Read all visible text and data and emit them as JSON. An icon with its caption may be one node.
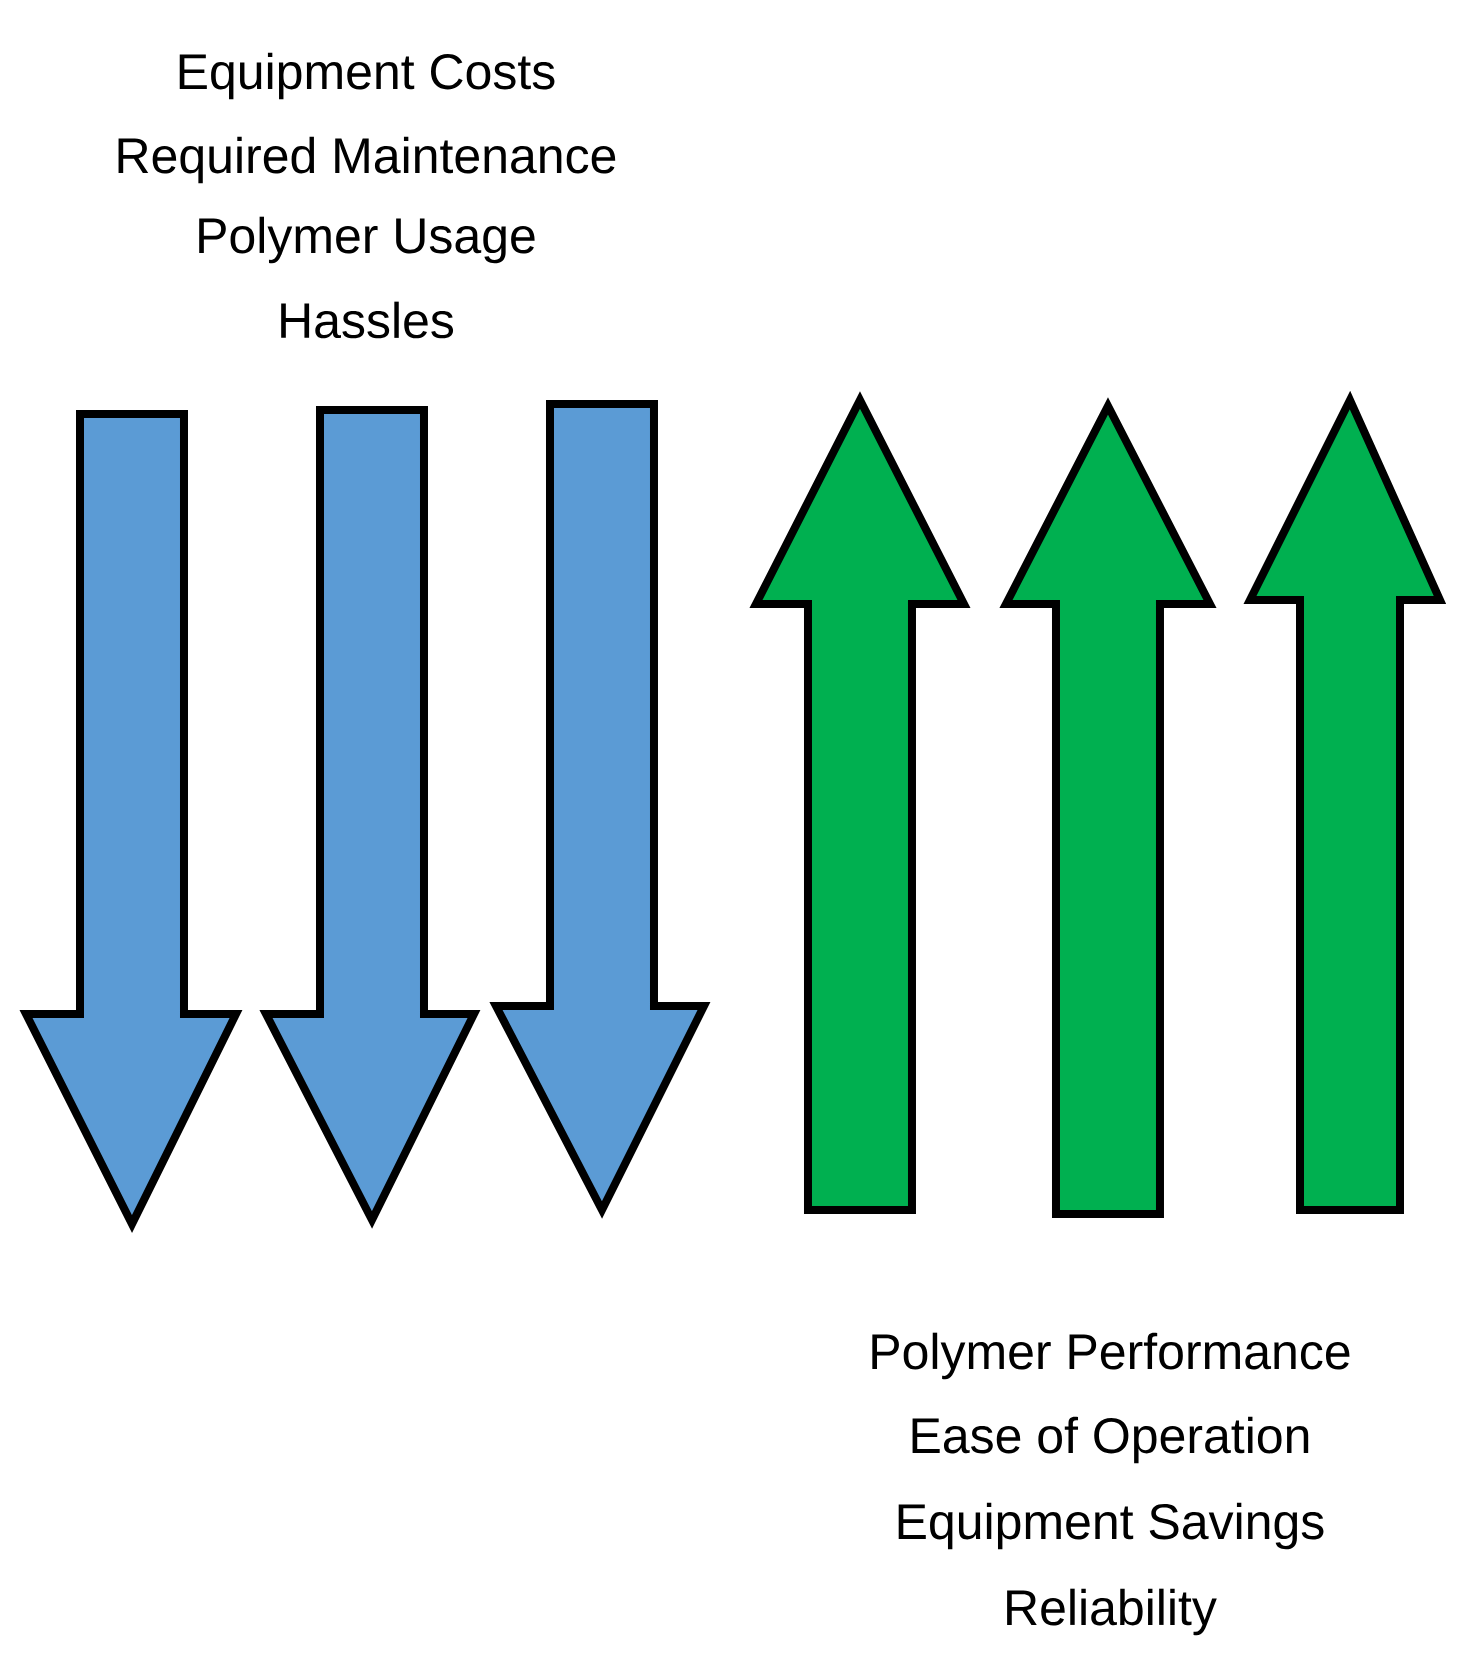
{
  "diagram": {
    "labels": [
      "Equipment Costs",
      "Required Maintenance",
      "Polymer Usage",
      "Hassles",
      "Polymer Performance",
      "Ease of Operation",
      "Equipment Savings",
      "Reliability"
    ]
  }
}
